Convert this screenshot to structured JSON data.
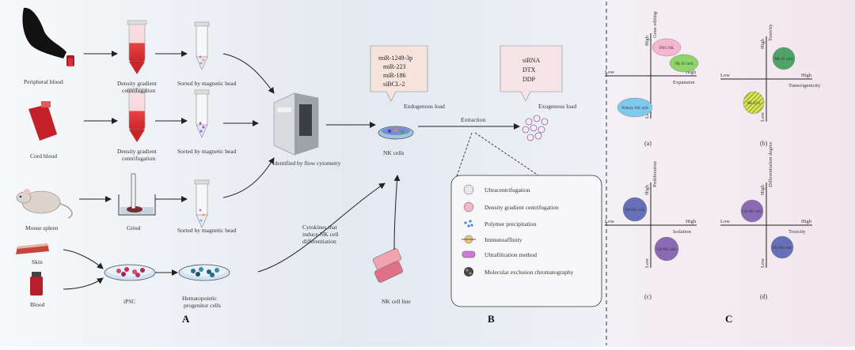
{
  "panel_a": {
    "sources": [
      "Peripheral blood",
      "Cord blood",
      "Mouse spleen",
      "Skin",
      "Blood"
    ],
    "step1": [
      "Density gradient",
      "centrifugation",
      "Density gradient",
      "centrifugation",
      "Grind"
    ],
    "sorted": [
      "Sorted by magnetic bead",
      "Sorted by magnetic bead",
      "Sorted by magnetic bead"
    ],
    "cytometry": "Identified  by flow cytometry",
    "ipsc": "iPSC",
    "hematopoietic": [
      "Hematopoietic",
      "progenitor cells"
    ],
    "cytokines": [
      "Cytokines that",
      "induce NK cell",
      "differentiation"
    ],
    "letter": "A"
  },
  "panel_b": {
    "endogenous_items": [
      "miR-1249-3p",
      "miR-223",
      "miR-186",
      "siBCL-2"
    ],
    "exogenous_items": [
      "siRNA",
      "DTX",
      "DDP"
    ],
    "endogenous_load": "Endogenous load",
    "exogenous_load": "Exogenous load",
    "extraction": "Extraction",
    "nk_cells": "NK cells",
    "nk_line": "NK cell line",
    "methods": [
      "Ultracentrifugation",
      "Density gradient centrifugation",
      "Polymer precipitation",
      "Immunoaffinity",
      "Ultrafiltration method",
      "Molecular exclusion chromatography"
    ],
    "letter": "B"
  },
  "panel_c": {
    "letter": "C",
    "quadrants": [
      {
        "id": "(a)",
        "x_low": "Low",
        "x_high": "High",
        "x_label": "Expansion",
        "y_high": "High",
        "y_low": "Low",
        "y_label": "Gene editing",
        "blobs": [
          {
            "label": "iPSC-NK",
            "color": "#f6b6cf"
          },
          {
            "label": "NK-92 cells",
            "color": "#8ed46a"
          },
          {
            "label": "Primary NK cells",
            "color": "#7fc9ef"
          }
        ]
      },
      {
        "id": "(b)",
        "x_low": "Low",
        "x_high": "High",
        "x_label": "Tumorigenicity",
        "y_high": "High",
        "y_low": "Low",
        "y_label": "Toxicity",
        "blobs": [
          {
            "label": "NK-92 cells",
            "color": "#4fa368"
          },
          {
            "label": "NK-EVs",
            "color": "#d5df4c"
          }
        ]
      },
      {
        "id": "(c)",
        "x_low": "Low",
        "x_high": "High",
        "x_label": "Isolation",
        "y_high": "High",
        "y_low": "Low",
        "y_label": "Proliferation",
        "blobs": [
          {
            "label": "PB-NK cells",
            "color": "#6670b9"
          },
          {
            "label": "CB-NK cells",
            "color": "#8a6bb3"
          }
        ]
      },
      {
        "id": "(d)",
        "x_low": "Low",
        "x_high": "High",
        "x_label": "Toxicity",
        "y_high": "High",
        "y_low": "Low",
        "y_label": "Differentiation degree",
        "blobs": [
          {
            "label": "CB-NK cells",
            "color": "#8a6bb3"
          },
          {
            "label": "PB-NK cells",
            "color": "#6670b9"
          }
        ]
      }
    ]
  },
  "colors": {
    "panel_a_bg": "#edf1f6",
    "panel_b_bg": "#e9eef5",
    "panel_c_bg": "#f3ecf1",
    "arrow": "#222"
  }
}
